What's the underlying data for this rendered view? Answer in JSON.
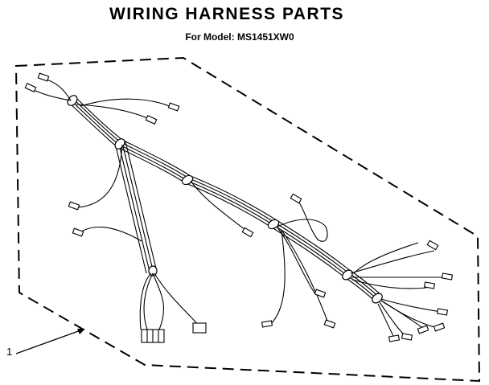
{
  "diagram": {
    "title": "WIRING HARNESS PARTS",
    "model_line": "For Model: MS1451XW0",
    "part_callout": "1"
  }
}
